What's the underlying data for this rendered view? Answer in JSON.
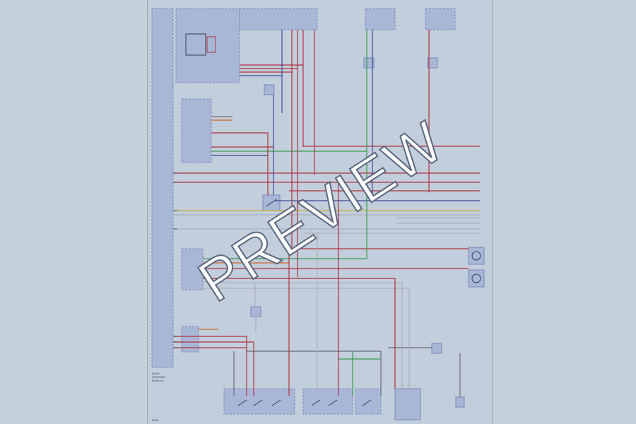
{
  "viewer": {
    "background": "#c6d2db"
  },
  "watermark": "PREVIEW",
  "colors": {
    "sheet": "#c2cedb",
    "module_fill": "#a9b7d6",
    "module_stroke": "#7a86b8",
    "wire_red": "#b03040",
    "wire_blue": "#3a4a98",
    "wire_green": "#3a9a52",
    "wire_yellow": "#c8b030",
    "wire_gray": "#a8b0bc",
    "wire_dark": "#6a6a7a",
    "wire_orange": "#c86a28"
  },
  "modules": {
    "left_module_id": "BCM",
    "left_module_labels": [
      "BODY",
      "CONTROL",
      "MODULE"
    ]
  }
}
